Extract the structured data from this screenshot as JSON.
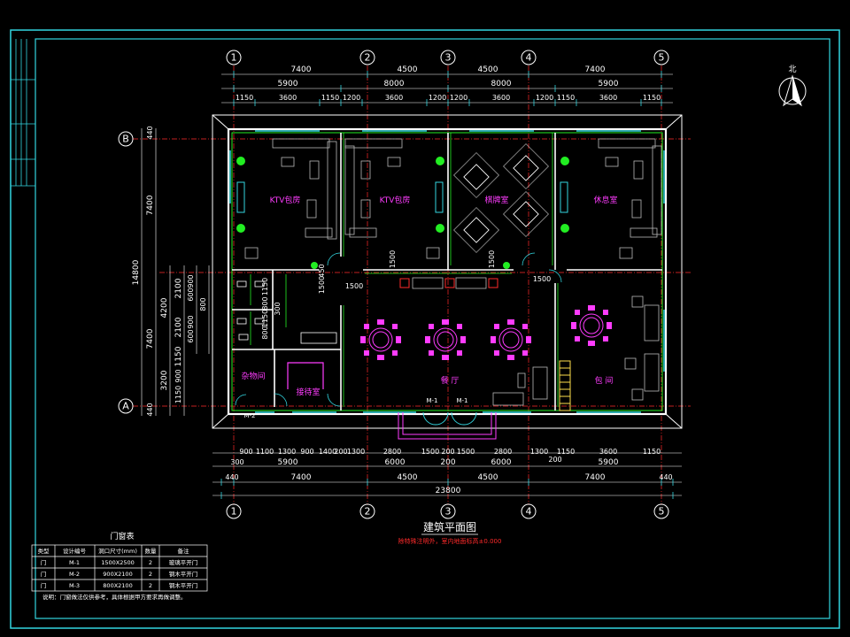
{
  "plan": {
    "title": "建筑平面图",
    "subtitle": "除特殊注明外，室内地面标高±0.000",
    "north_label": "北",
    "axes_x": [
      "1",
      "2",
      "3",
      "4",
      "5"
    ],
    "axes_y": [
      "A",
      "B"
    ],
    "top_dims_row1": [
      "7400",
      "4500",
      "4500",
      "7400"
    ],
    "top_dims_row2": [
      "5900",
      "8000",
      "8000",
      "5900"
    ],
    "top_dims_row3": [
      "1150",
      "3600",
      "1150",
      "1200",
      "3600",
      "1200",
      "1200",
      "3600",
      "1200",
      "1150",
      "3600",
      "1150"
    ],
    "bottom_dims_row1": [
      "900",
      "1100",
      "1300",
      "900",
      "1400",
      "200",
      "1300",
      "2800",
      "1500",
      "200",
      "1500",
      "2800",
      "1300",
      "1150",
      "3600",
      "1150"
    ],
    "bottom_dims_row2": [
      "300",
      "5900",
      "6000",
      "200",
      "6000",
      "200",
      "5900"
    ],
    "bottom_dims_row3": [
      "440",
      "7400",
      "4500",
      "4500",
      "7400",
      "440"
    ],
    "bottom_total": "23800",
    "left_dims": {
      "total": "14800",
      "a": "7400",
      "b": "7400",
      "c": "4200",
      "d": "3200",
      "e": "2100",
      "f": "2100",
      "g": "1150",
      "h": "900",
      "i": "1150",
      "j": "440",
      "k": "440",
      "l": "800",
      "m": "900",
      "n": "600",
      "o": "900",
      "p": "600"
    },
    "inner_dims": [
      "1150",
      "800",
      "1150",
      "800",
      "1500",
      "450",
      "300",
      "1500",
      "1500",
      "1500",
      "1500"
    ],
    "rooms": {
      "ktv1": "KTV包房",
      "ktv2": "KTV包房",
      "chess": "棋牌室",
      "lounge": "休息室",
      "dining": "餐 厅",
      "private": "包 间",
      "storage": "杂物间",
      "reception": "接待室"
    },
    "door_labels": [
      "M-1",
      "M-1",
      "M-2"
    ]
  },
  "door_table": {
    "title": "门窗表",
    "headers": [
      "类型",
      "设计编号",
      "洞口尺寸(mm)",
      "数量",
      "备注"
    ],
    "rows": [
      [
        "门",
        "M-1",
        "1500X2500",
        "2",
        "玻璃平开门"
      ],
      [
        "门",
        "M-2",
        "900X2100",
        "2",
        "钢木平开门"
      ],
      [
        "门",
        "M-3",
        "800X2100",
        "2",
        "钢木平开门"
      ]
    ],
    "note": "说明：门窗做法仅供参考，具体根据甲方要求再做调整。"
  },
  "colors": {
    "background": "#000000",
    "frame": "#33d6e0",
    "wall": "#ffffff",
    "axis": "#ff2a2a",
    "furniture": "#b8b8b8",
    "room_text": "#ff3cff",
    "plant": "#22ee22",
    "green_wall": "#22ee22",
    "cyan": "#33d6e0",
    "yellow": "#ffe14d",
    "magenta": "#ff3cff"
  }
}
